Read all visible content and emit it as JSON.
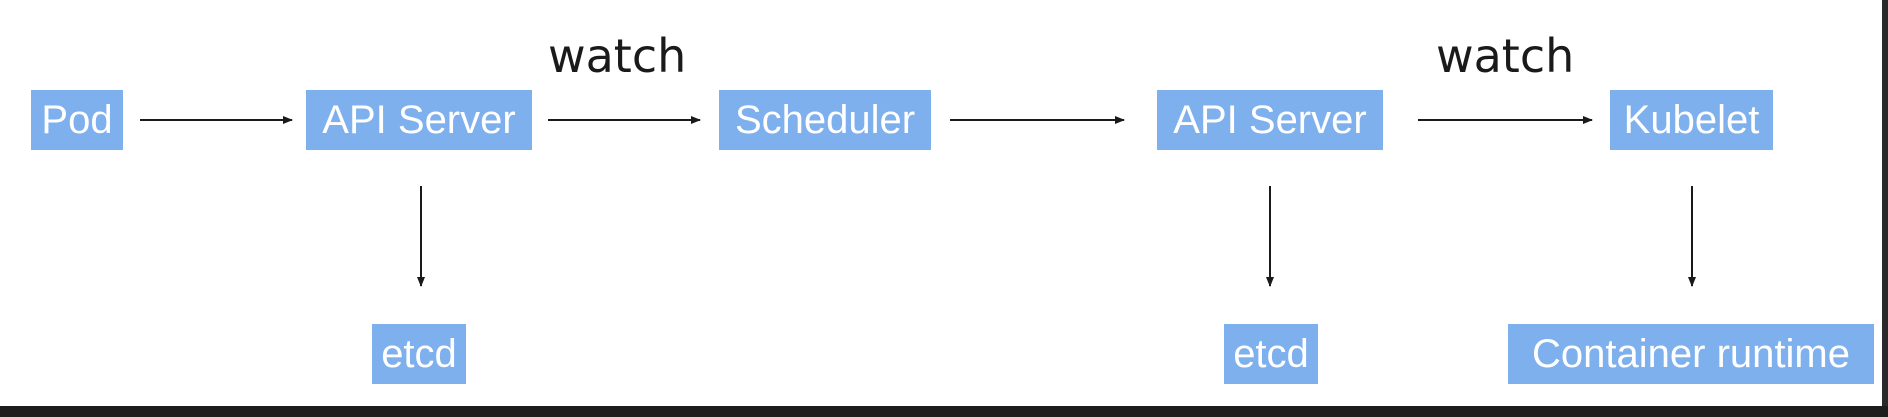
{
  "nodes": {
    "pod": "Pod",
    "api_server_1": "API Server",
    "scheduler": "Scheduler",
    "api_server_2": "API Server",
    "kubelet": "Kubelet",
    "etcd_1": "etcd",
    "etcd_2": "etcd",
    "container_runtime": "Container runtime"
  },
  "edge_labels": {
    "watch_1": "watch",
    "watch_2": "watch"
  },
  "colors": {
    "node_fill": "#7fb0ee",
    "node_text": "#ffffff",
    "arrow": "#1a1a1a"
  }
}
